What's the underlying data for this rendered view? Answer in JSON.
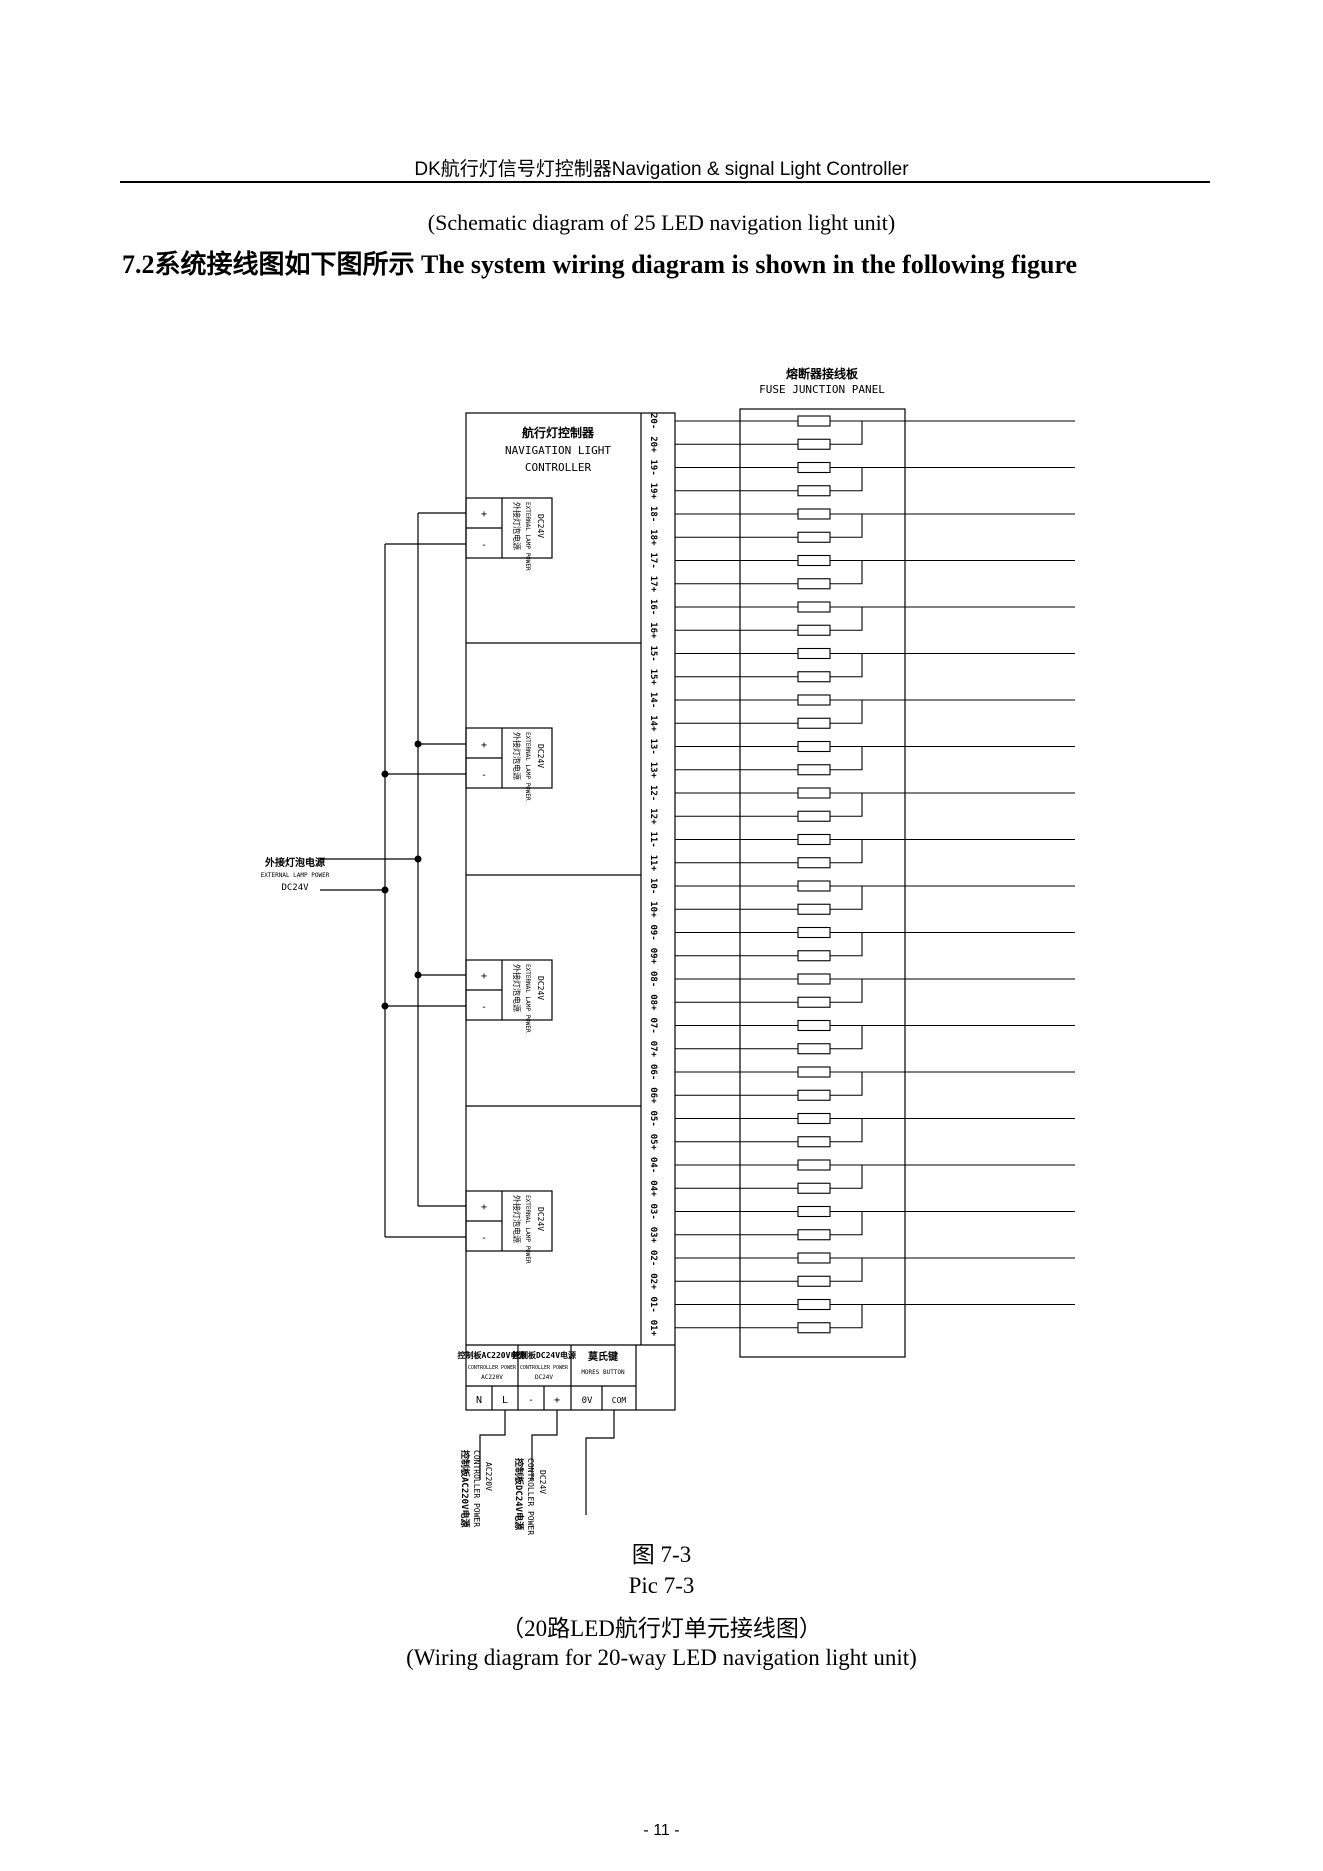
{
  "header": {
    "title": "DK航行灯信号灯控制器Navigation & signal Light Controller"
  },
  "previous_caption": "(Schematic diagram of 25 LED navigation light unit)",
  "section": {
    "number": "7.2",
    "title_cn": "系统接线图如下图所示",
    "title_en": "The system wiring diagram is shown in the following figure"
  },
  "diagram": {
    "fuse_panel": {
      "label_cn": "熔断器接线板",
      "label_en": "FUSE JUNCTION PANEL"
    },
    "controller": {
      "label_cn": "航行灯控制器",
      "label_en_1": "NAVIGATION LIGHT",
      "label_en_2": "CONTROLLER"
    },
    "terminals": [
      "20-",
      "20+",
      "19-",
      "19+",
      "18-",
      "18+",
      "17-",
      "17+",
      "16-",
      "16+",
      "15-",
      "15+",
      "14-",
      "14+",
      "13-",
      "13+",
      "12-",
      "12+",
      "11-",
      "11+",
      "10-",
      "10+",
      "09-",
      "09+",
      "08-",
      "08+",
      "07-",
      "07+",
      "06-",
      "06+",
      "05-",
      "05+",
      "04-",
      "04+",
      "03-",
      "03+",
      "02-",
      "02+",
      "01-",
      "01+"
    ],
    "ext_power_block": {
      "plus": "+",
      "minus": "-",
      "label_cn": "外接灯泡电源",
      "label_en": "EXTERNAL LAMP POWER",
      "voltage": "DC24V"
    },
    "external_supply": {
      "label_cn": "外接灯泡电源",
      "label_en": "EXTERNAL LAMP POWER",
      "voltage": "DC24V"
    },
    "bottom_blocks": [
      {
        "label_cn": "控制板AC220V电源",
        "label_en": "CONTROLLER POWER",
        "voltage": "AC220V",
        "pins": [
          "N",
          "L"
        ]
      },
      {
        "label_cn": "控制板DC24V电源",
        "label_en": "CONTROLLER POWER",
        "voltage": "DC24V",
        "pins": [
          "-",
          "+"
        ]
      },
      {
        "label_cn": "莫氏键",
        "label_en": "MORES BUTTON",
        "voltage": "",
        "pins": [
          "0V",
          "COM"
        ]
      }
    ],
    "bottom_leads": [
      {
        "label_cn": "控制板AC220V电源",
        "label_en": "CONTROLLER POWER",
        "voltage": "AC220V"
      },
      {
        "label_cn": "控制板DC24V电源",
        "label_en": "CONTROLLER POWER",
        "voltage": "DC24V"
      }
    ]
  },
  "figure_caption": {
    "cn": "图 7-3",
    "en": "Pic 7-3",
    "desc_cn": "（20路LED航行灯单元接线图）",
    "desc_en": "(Wiring diagram for 20-way LED navigation light unit)"
  },
  "page_number": "- 11 -"
}
